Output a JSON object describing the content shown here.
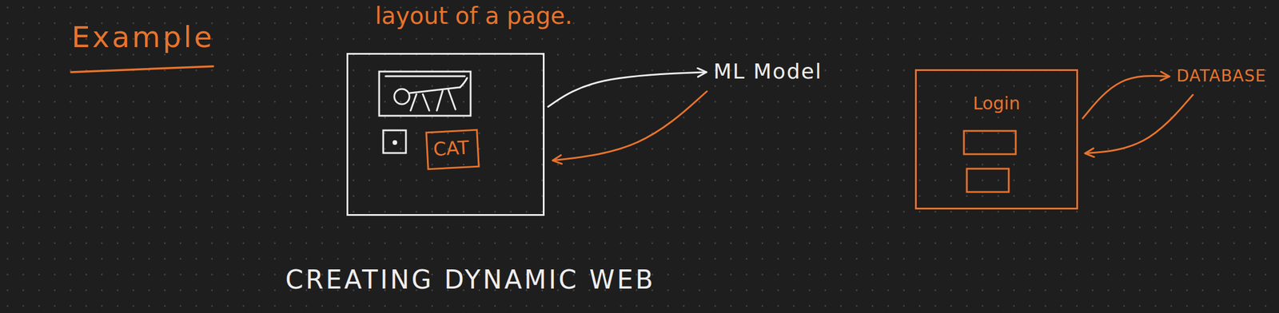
{
  "diagram": {
    "nodes": [
      {
        "text": [
          "layout of a page."
        ]
      },
      {
        "text": [
          "CAT"
        ],
        "in": 0
      },
      {
        "text": [
          "ML Model"
        ]
      },
      {
        "text": [
          "Login"
        ]
      },
      {
        "text": [
          "DATABASE"
        ]
      }
    ],
    "edges": [
      {
        "from": 0,
        "to": 2,
        "arrow": "to"
      },
      {
        "from": 2,
        "to": 0,
        "arrow": "to"
      },
      {
        "from": 3,
        "to": 4,
        "arrow": "to"
      },
      {
        "from": 4,
        "to": 3,
        "arrow": "to"
      }
    ],
    "labels": [
      "Example",
      "CREATING DYNAMIC WEB"
    ]
  }
}
